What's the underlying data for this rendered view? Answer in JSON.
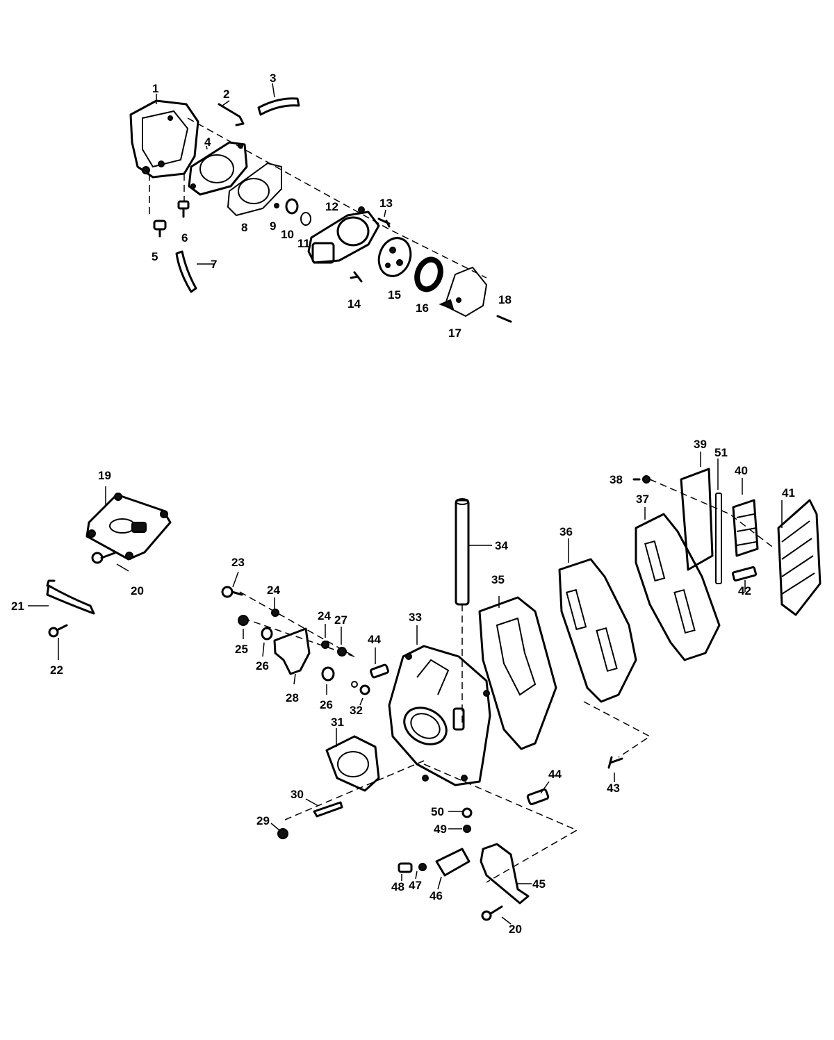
{
  "callouts": {
    "c1": "1",
    "c2": "2",
    "c3": "3",
    "c4": "4",
    "c5": "5",
    "c6": "6",
    "c7": "7",
    "c8": "8",
    "c9": "9",
    "c10": "10",
    "c11": "11",
    "c12": "12",
    "c13": "13",
    "c14": "14",
    "c15": "15",
    "c16": "16",
    "c17": "17",
    "c18": "18",
    "c19": "19",
    "c20a": "20",
    "c20b": "20",
    "c21": "21",
    "c22": "22",
    "c23": "23",
    "c24a": "24",
    "c24b": "24",
    "c25": "25",
    "c26a": "26",
    "c26b": "26",
    "c27": "27",
    "c28": "28",
    "c29": "29",
    "c30": "30",
    "c31": "31",
    "c32": "32",
    "c33": "33",
    "c34": "34",
    "c35": "35",
    "c36": "36",
    "c37": "37",
    "c38": "38",
    "c39": "39",
    "c40": "40",
    "c41": "41",
    "c42": "42",
    "c43": "43",
    "c44a": "44",
    "c44b": "44",
    "c45": "45",
    "c46": "46",
    "c47": "47",
    "c48": "48",
    "c49": "49",
    "c50": "50",
    "c51": "51"
  }
}
